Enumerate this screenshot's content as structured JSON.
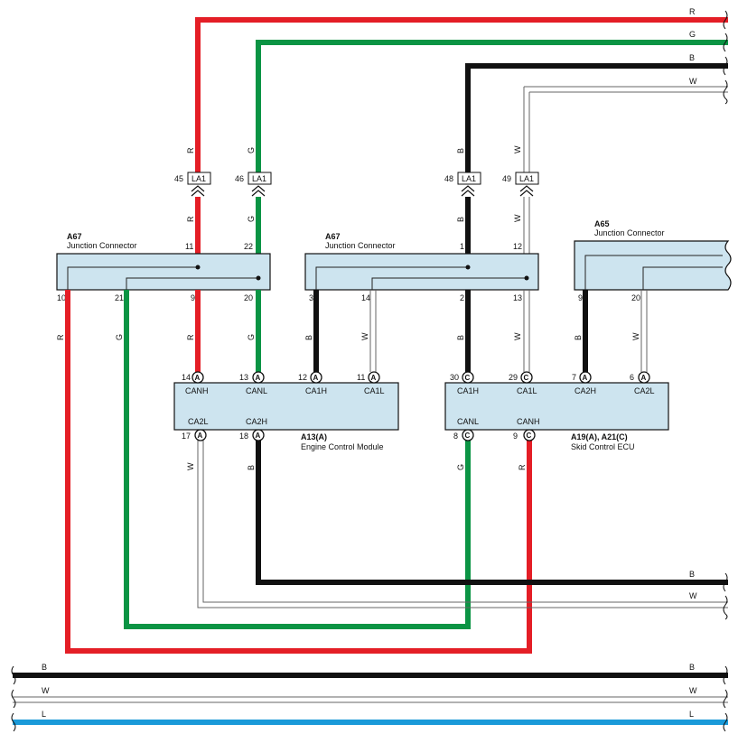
{
  "colors": {
    "red": "#e41e26",
    "green": "#0b9444",
    "black": "#111111",
    "blue": "#1a9ad9",
    "white_wire": "#888888",
    "connector_fill": "#cde4ef"
  },
  "wire_codes": {
    "R": "R",
    "G": "G",
    "B": "B",
    "W": "W",
    "L": "L"
  },
  "junction_connectors": {
    "left": {
      "id": "A67",
      "name": "Junction Connector",
      "top_pins": [
        "11",
        "22"
      ],
      "bottom_pins": [
        "10",
        "21",
        "9",
        "20"
      ]
    },
    "middle": {
      "id": "A67",
      "name": "Junction Connector",
      "top_pins": [
        "1",
        "12"
      ],
      "bottom_pins": [
        "3",
        "14",
        "2",
        "13"
      ]
    },
    "right": {
      "id": "A65",
      "name": "Junction Connector",
      "bottom_pins": [
        "9",
        "20"
      ]
    }
  },
  "inline_connectors": [
    {
      "pin": "45",
      "label": "LA1"
    },
    {
      "pin": "46",
      "label": "LA1"
    },
    {
      "pin": "48",
      "label": "LA1"
    },
    {
      "pin": "49",
      "label": "LA1"
    }
  ],
  "ecm": {
    "id": "A13(A)",
    "name": "Engine Control Module",
    "top_terminals": [
      {
        "pin": "14",
        "code": "A",
        "signal": "CANH"
      },
      {
        "pin": "13",
        "code": "A",
        "signal": "CANL"
      },
      {
        "pin": "12",
        "code": "A",
        "signal": "CA1H"
      },
      {
        "pin": "11",
        "code": "A",
        "signal": "CA1L"
      }
    ],
    "bottom_terminals": [
      {
        "pin": "17",
        "code": "A",
        "signal": "CA2L"
      },
      {
        "pin": "18",
        "code": "A",
        "signal": "CA2H"
      }
    ]
  },
  "skid_ecu": {
    "id": "A19(A), A21(C)",
    "name": "Skid Control ECU",
    "top_terminals": [
      {
        "pin": "30",
        "code": "C",
        "signal": "CA1H"
      },
      {
        "pin": "29",
        "code": "C",
        "signal": "CA1L"
      },
      {
        "pin": "7",
        "code": "A",
        "signal": "CA2H"
      },
      {
        "pin": "6",
        "code": "A",
        "signal": "CA2L"
      }
    ],
    "bottom_terminals": [
      {
        "pin": "8",
        "code": "C",
        "signal": "CANL"
      },
      {
        "pin": "9",
        "code": "C",
        "signal": "CANH"
      }
    ]
  }
}
